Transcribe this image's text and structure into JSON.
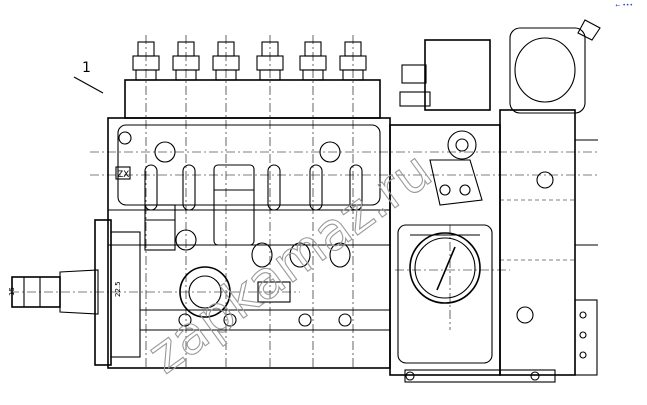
{
  "drawing": {
    "callout_number": "1",
    "dimension_left": "15",
    "dimension_shaft": "22.5",
    "stamp": "ZX",
    "watermark": "zapkamaz.ru",
    "corner_mark": "← •••"
  },
  "colors": {
    "line": "#000000",
    "background": "#ffffff",
    "watermark": "#9a9a9a",
    "corner_mark": "#3050c0"
  }
}
